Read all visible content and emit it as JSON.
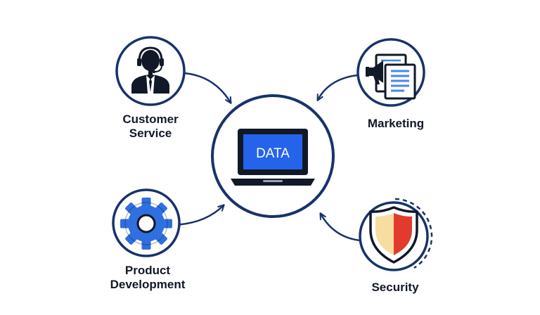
{
  "center": {
    "screen_text": "DATA",
    "icon": "laptop-icon"
  },
  "nodes": [
    {
      "id": "customer-service",
      "label_lines": [
        "Customer",
        "Service"
      ],
      "icon": "headset-agent-icon"
    },
    {
      "id": "marketing",
      "label_lines": [
        "Marketing"
      ],
      "icon": "megaphone-documents-icon"
    },
    {
      "id": "product-development",
      "label_lines": [
        "Product",
        "Development"
      ],
      "icon": "gear-icon"
    },
    {
      "id": "security",
      "label_lines": [
        "Security"
      ],
      "icon": "shield-icon"
    }
  ],
  "colors": {
    "ring": "#17336b",
    "accent_blue": "#2f6fe0",
    "screen_blue": "#2563eb",
    "dark": "#111827",
    "shield_red": "#e23b2e",
    "shield_cream": "#f6dda0",
    "doc_line": "#4a86e8"
  }
}
